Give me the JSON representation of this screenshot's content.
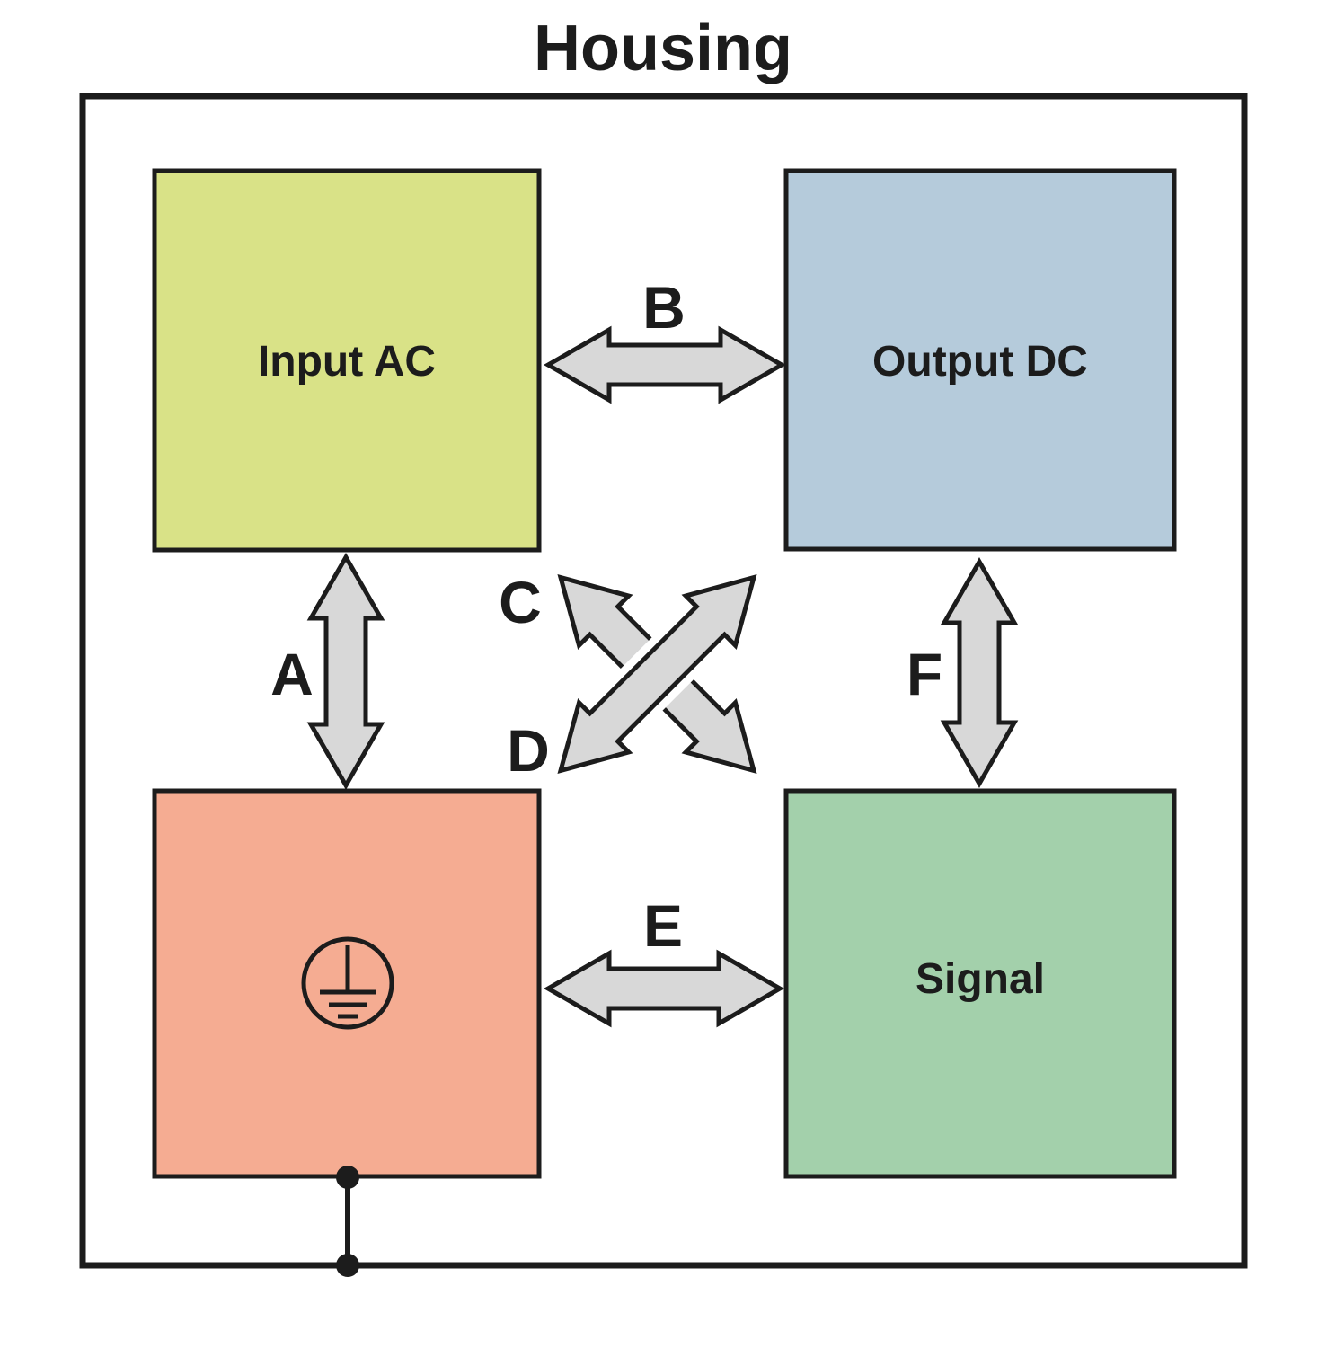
{
  "title": "Housing",
  "blocks": {
    "input_ac": {
      "label": "Input AC",
      "color": "#d9e287"
    },
    "output_dc": {
      "label": "Output DC",
      "color": "#b5cbdb"
    },
    "earth": {
      "icon": "protective-earth-icon",
      "color": "#f5ac92"
    },
    "signal": {
      "label": "Signal",
      "color": "#a3d0ab"
    }
  },
  "arrow_labels": {
    "a": "A",
    "b": "B",
    "c": "C",
    "d": "D",
    "e": "E",
    "f": "F"
  },
  "colors": {
    "arrow_fill": "#d8d8d8",
    "line": "#1c1c1c",
    "background": "#ffffff"
  }
}
